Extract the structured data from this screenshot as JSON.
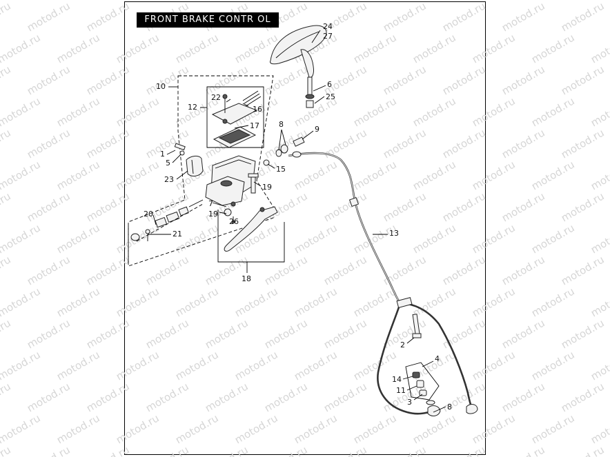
{
  "title": "FRONT BRAKE CONTR OL",
  "watermark": "motod.ru",
  "callouts": [
    {
      "id": "c24",
      "text": "24"
    },
    {
      "id": "c27",
      "text": "27"
    },
    {
      "id": "c6",
      "text": "6"
    },
    {
      "id": "c25",
      "text": "25"
    },
    {
      "id": "c10",
      "text": "10"
    },
    {
      "id": "c22",
      "text": "22"
    },
    {
      "id": "c12",
      "text": "12"
    },
    {
      "id": "c16",
      "text": "16"
    },
    {
      "id": "c17",
      "text": "17"
    },
    {
      "id": "c8a",
      "text": "8"
    },
    {
      "id": "c9",
      "text": "9"
    },
    {
      "id": "c1",
      "text": "1"
    },
    {
      "id": "c5",
      "text": "5"
    },
    {
      "id": "c15",
      "text": "15"
    },
    {
      "id": "c23",
      "text": "23"
    },
    {
      "id": "c19a",
      "text": "19"
    },
    {
      "id": "c7",
      "text": "7"
    },
    {
      "id": "c20",
      "text": "20"
    },
    {
      "id": "c19b",
      "text": "19"
    },
    {
      "id": "c26",
      "text": "26"
    },
    {
      "id": "c21",
      "text": "21"
    },
    {
      "id": "c13",
      "text": "13"
    },
    {
      "id": "c18",
      "text": "18"
    },
    {
      "id": "c2",
      "text": "2"
    },
    {
      "id": "c4",
      "text": "4"
    },
    {
      "id": "c14",
      "text": "14"
    },
    {
      "id": "c11",
      "text": "11"
    },
    {
      "id": "c3",
      "text": "3"
    },
    {
      "id": "c8b",
      "text": "8"
    }
  ]
}
